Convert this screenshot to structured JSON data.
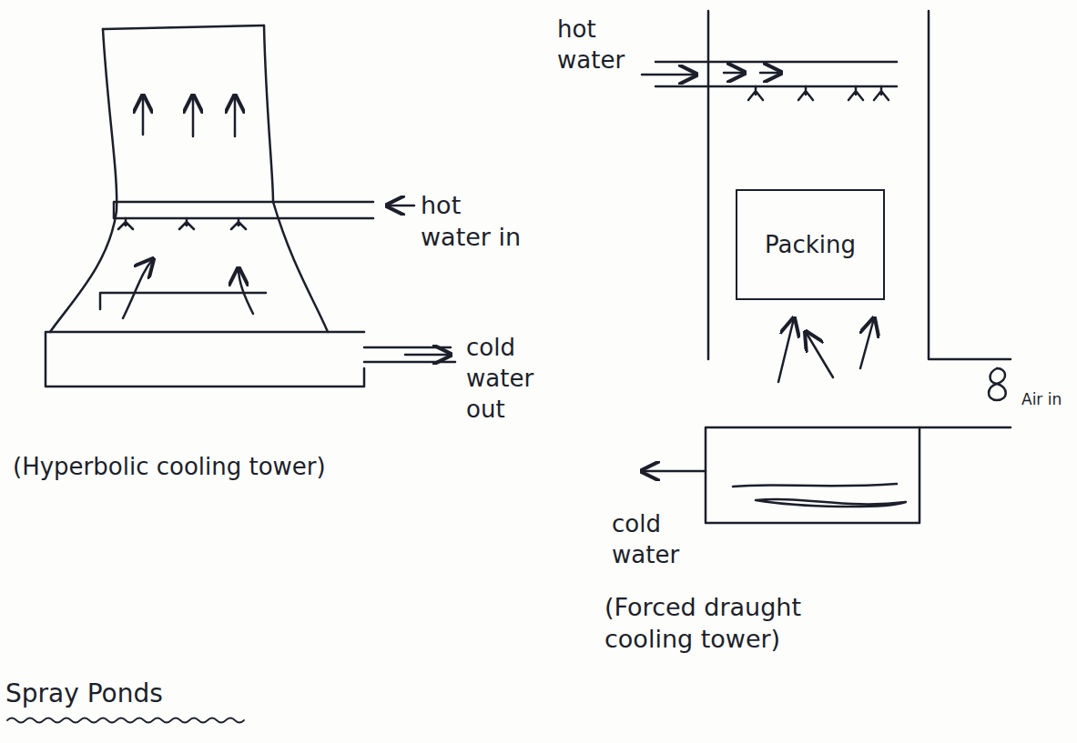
{
  "diagram": {
    "nodes": [
      {
        "text": [
          "Packing"
        ]
      }
    ],
    "labels": [
      "hot water in",
      "cold water out",
      "(Hyperbolic cooling tower)",
      "hot water",
      "Air in",
      "cold water",
      "(Forced draught cooling tower)",
      "Spray Ponds"
    ]
  }
}
